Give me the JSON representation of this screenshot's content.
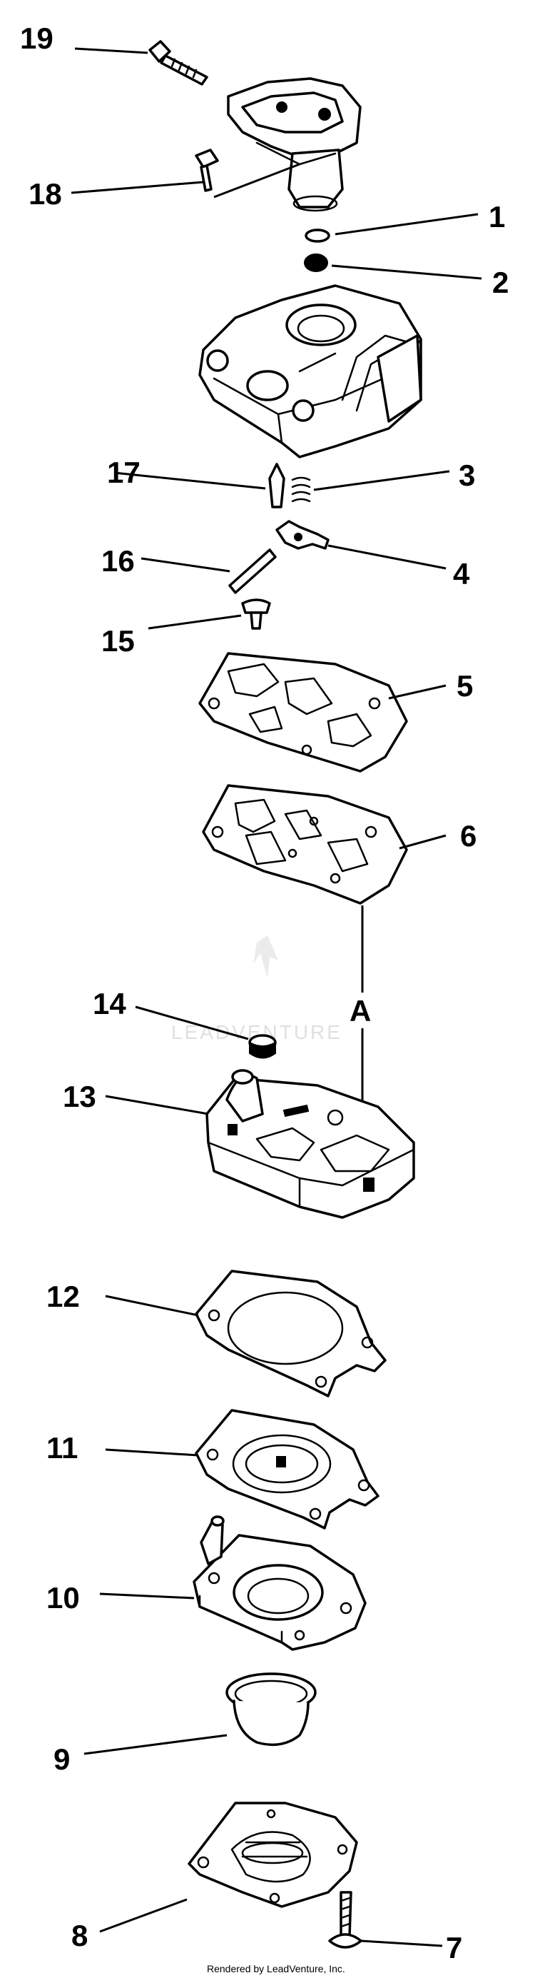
{
  "diagram": {
    "callouts": [
      {
        "id": "c19",
        "label": "19"
      },
      {
        "id": "c18",
        "label": "18"
      },
      {
        "id": "c1",
        "label": "1"
      },
      {
        "id": "c2",
        "label": "2"
      },
      {
        "id": "c17",
        "label": "17"
      },
      {
        "id": "c3",
        "label": "3"
      },
      {
        "id": "c16",
        "label": "16"
      },
      {
        "id": "c4",
        "label": "4"
      },
      {
        "id": "c15",
        "label": "15"
      },
      {
        "id": "c5",
        "label": "5"
      },
      {
        "id": "c6",
        "label": "6"
      },
      {
        "id": "c14",
        "label": "14"
      },
      {
        "id": "c13",
        "label": "13"
      },
      {
        "id": "c12",
        "label": "12"
      },
      {
        "id": "c11",
        "label": "11"
      },
      {
        "id": "c10",
        "label": "10"
      },
      {
        "id": "c9",
        "label": "9"
      },
      {
        "id": "c8",
        "label": "8"
      },
      {
        "id": "c7",
        "label": "7"
      }
    ],
    "reference_letter": "A",
    "watermark": "LEADVENTURE",
    "credit": "Rendered by LeadVenture, Inc."
  }
}
